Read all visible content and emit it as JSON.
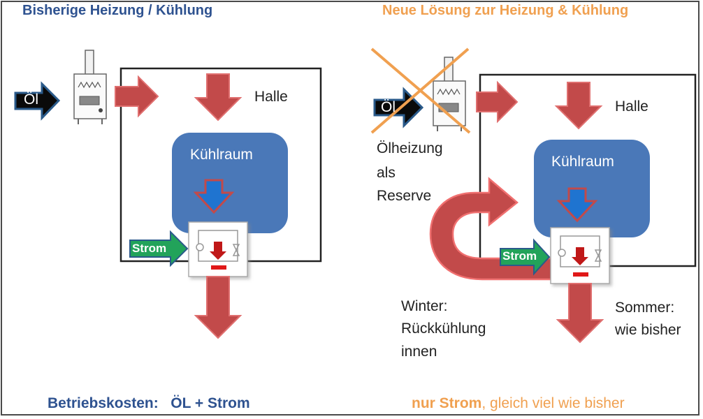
{
  "titles": {
    "left": "Bisherige Heizung / Kühlung",
    "right": "Neue Lösung zur Heizung & Kühlung"
  },
  "left_panel": {
    "input_oil": "Öl",
    "hall": "Halle",
    "cold_room": "Kühlraum",
    "power": "Strom"
  },
  "right_panel": {
    "input_oil": "Öl",
    "hall": "Halle",
    "cold_room": "Kühlraum",
    "power": "Strom",
    "reserve_note": [
      "Ölheizung",
      "als",
      "Reserve"
    ],
    "winter_note": [
      "Winter:",
      "Rückkühlung",
      "innen"
    ],
    "summer_note": [
      "Sommer:",
      "wie bisher"
    ]
  },
  "footer": {
    "left_label": "Betriebskosten:",
    "left_value": "ÖL + Strom",
    "right_strong": "nur Strom",
    "right_rest": ", gleich viel wie bisher"
  },
  "colors": {
    "title_blue": "#2e5290",
    "title_orange": "#f0a050",
    "heat_arrow": "#c24a4a",
    "cold_room": "#4a78b8",
    "blue_arrow": "#1f74d0",
    "power_arrow": "#22a35a",
    "cross": "#f0a050"
  }
}
